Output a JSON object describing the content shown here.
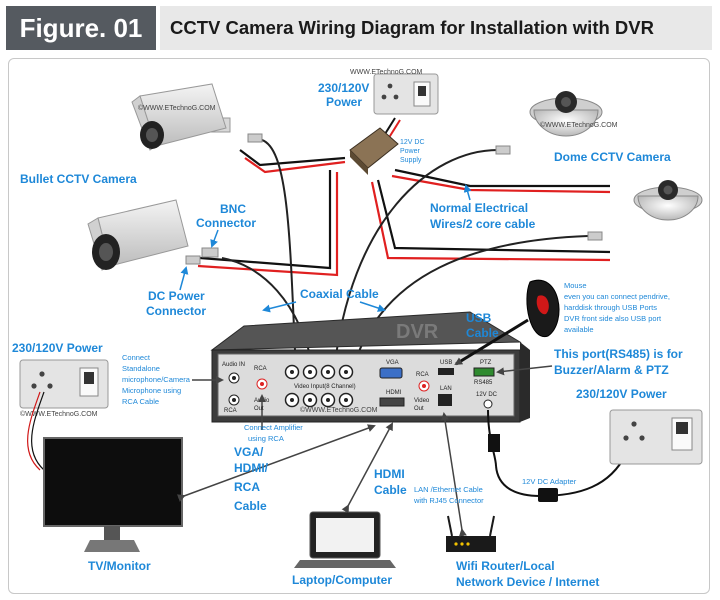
{
  "header": {
    "figure_label": "Figure. 01",
    "title": "CCTV Camera Wiring Diagram for Installation with DVR"
  },
  "watermark": "©WWW.ETechnoG.COM",
  "watermark_small": "WWW.ETechnoG.COM",
  "labels": {
    "power_top": [
      "230/120V",
      "Power"
    ],
    "power_supply": [
      "12V DC",
      "Power",
      "Supply"
    ],
    "bullet_camera": "Bullet CCTV Camera",
    "dome_camera": "Dome CCTV Camera",
    "bnc_connector": [
      "BNC",
      "Connector"
    ],
    "normal_wires": [
      "Normal Electrical",
      "Wires/2 core cable"
    ],
    "dc_power_connector": [
      "DC Power",
      "Connector"
    ],
    "coaxial_cable": "Coaxial Cable",
    "usb_cable": [
      "USB",
      "Cable"
    ],
    "mouse_note": [
      "Mouse",
      "even you can connect pendrive,",
      "harddisk through USB Ports",
      "DVR front side also USB port",
      "available"
    ],
    "rs485_note": [
      "This port(RS485) is for",
      "Buzzer/Alarm & PTZ"
    ],
    "power_left": "230/120V Power",
    "power_right": "230/120V Power",
    "microphone_note": [
      "Connect",
      "Standalone",
      "microphone/Camera",
      "Microphone using",
      "RCA Cable"
    ],
    "amplifier_note": [
      "Connect Amplifier",
      "using RCA"
    ],
    "vga_hdmi_rca": [
      "VGA/",
      "HDMI/",
      "RCA",
      "Cable"
    ],
    "hdmi_cable": [
      "HDMI",
      "Cable"
    ],
    "lan_note": [
      "LAN /Ethernet Cable",
      "with RJ45 Connector"
    ],
    "dc_adapter": "12V DC Adapter",
    "tv_monitor": "TV/Monitor",
    "laptop": "Laptop/Computer",
    "router": [
      "Wifi Router/Local",
      "Network Device  / Internet"
    ]
  },
  "dvr": {
    "name": "DVR",
    "audio_in": "Audio IN",
    "rca": "RCA",
    "audio_out": [
      "Audio",
      "Out"
    ],
    "video_input": "Video Input(8 Channel)",
    "vga": "VGA",
    "hdmi": "HDMI",
    "video_out": [
      "Video",
      "Out"
    ],
    "usb": "USB",
    "lan": "LAN",
    "ptz": "PTZ",
    "rs485": "RS485",
    "dc": "12V DC"
  },
  "colors": {
    "label_blue": "#1e88d8",
    "wire_red": "#e02020",
    "wire_black": "#111111",
    "header_dark": "#555a60",
    "header_light": "#e8e8e8",
    "dvr_body": "#3c3c3c"
  }
}
